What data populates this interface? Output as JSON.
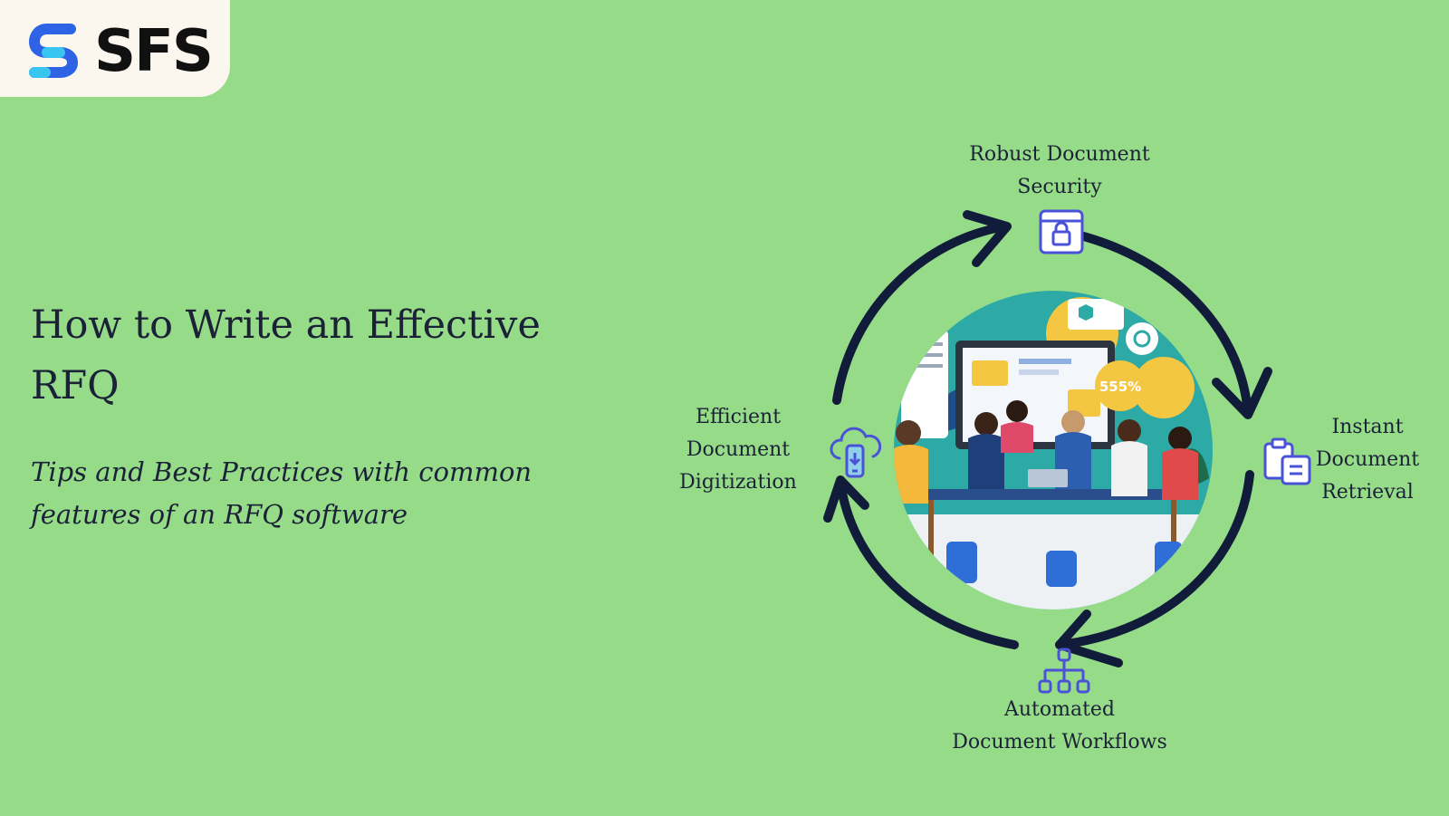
{
  "brand": {
    "name": "SFS",
    "colors": {
      "accent_blue": "#2f63e6",
      "accent_cyan": "#38c6f0"
    }
  },
  "hero": {
    "title": "How to Write an Effective RFQ",
    "subtitle": "Tips and Best Practices with common features of an RFQ software"
  },
  "cycle": {
    "arrow_color": "#111c3a",
    "icon_color": "#4a52d8",
    "nodes": [
      {
        "label": "Robust Document\nSecurity",
        "icon": "lock-window-icon"
      },
      {
        "label": "Instant\nDocument\nRetrieval",
        "icon": "clipboard-document-icon"
      },
      {
        "label": "Automated\nDocument Workflows",
        "icon": "hierarchy-workflow-icon"
      },
      {
        "label": "Efficient\nDocument\nDigitization",
        "icon": "cloud-phone-icon"
      }
    ],
    "illustration": {
      "icon": "team-meeting-illustration",
      "badge_text": "555%"
    }
  },
  "background_color": "#96dc88"
}
